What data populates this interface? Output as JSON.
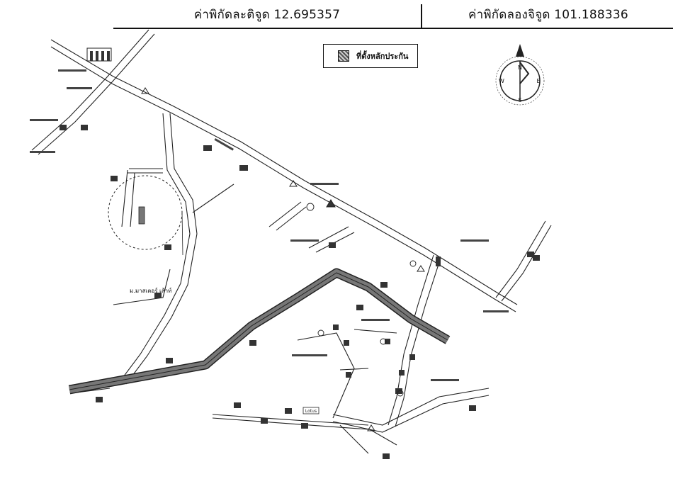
{
  "header": {
    "latitude": "ค่าพิกัดละติจูด 12.695357",
    "longitude": "ค่าพิกัดลองจิจูด 101.188336"
  },
  "legend": {
    "label": "ที่ตั้งหลักประกัน"
  },
  "compass": {
    "n": "N",
    "e": "E",
    "s": "S",
    "w": "W"
  },
  "map": {
    "labels": {
      "mastershome": "ม.มาสเตอร์ เส้าท์",
      "lotus": "Lotus"
    }
  }
}
